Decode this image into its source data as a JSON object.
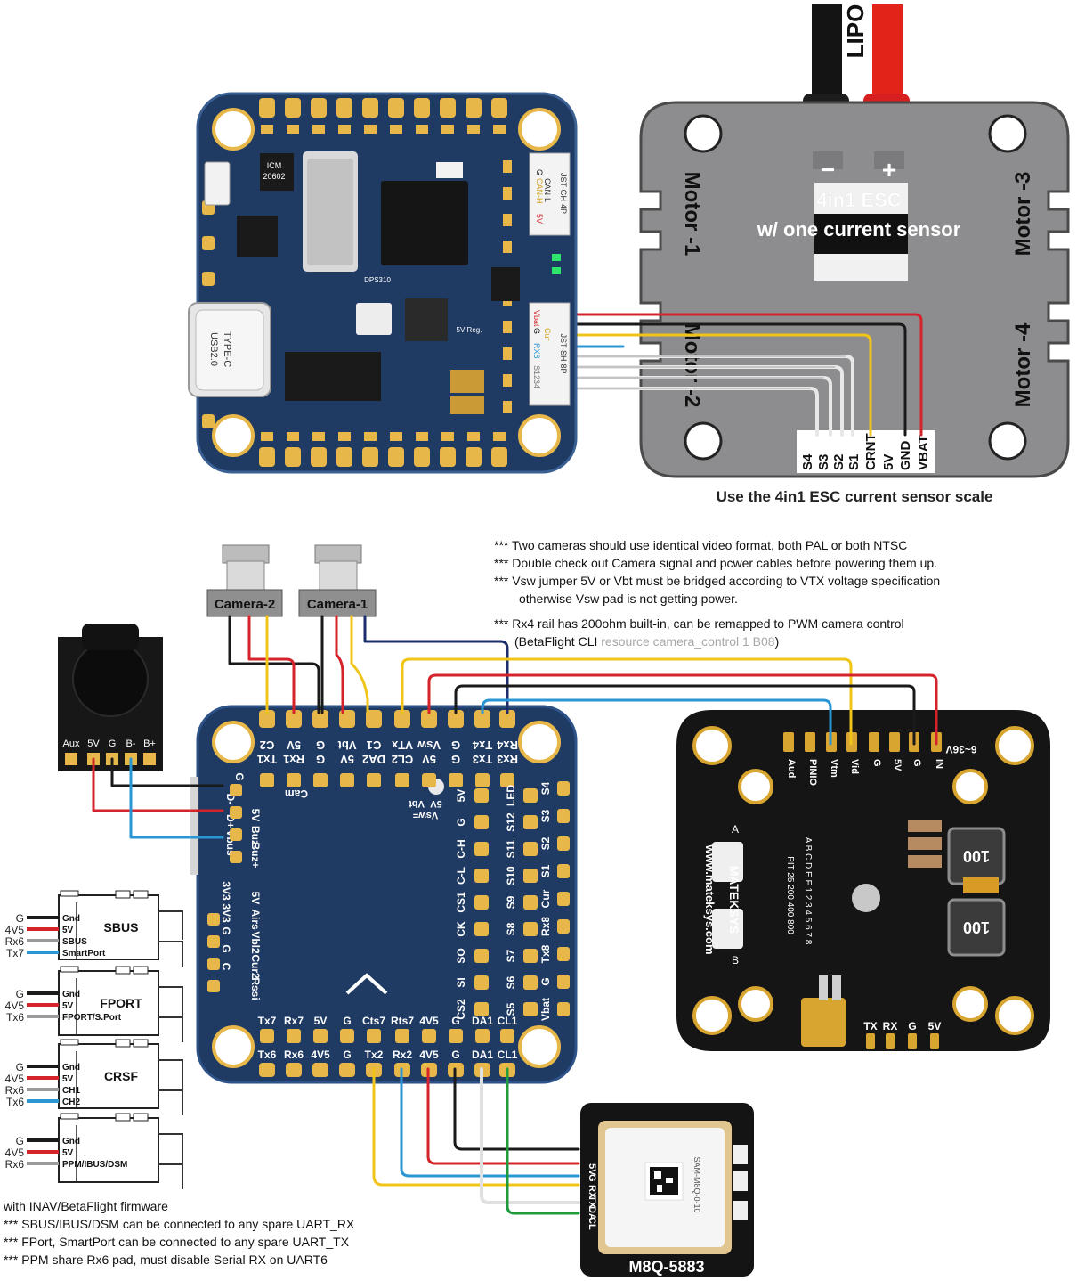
{
  "colors": {
    "board_blue": "#1f3a63",
    "board_blue_edge": "#24497a",
    "pad_gold": "#e7b749",
    "esc_gray": "#8d8d8f",
    "wire_red": "#d4232a",
    "wire_black": "#1a1a1a",
    "wire_yellow": "#f0c419",
    "wire_blue": "#2b96d4",
    "wire_navy": "#1d2d6b",
    "wire_white": "#e8e8e8",
    "wire_green": "#1f9a3c",
    "wire_gray": "#9a9a9a",
    "pdb_black": "#151515"
  },
  "top": {
    "fc_labels": {
      "icm": "ICM",
      "icm2": "20602",
      "dps": "DPS310",
      "type_c": "TYPE-C",
      "usb": "USB2.0",
      "reg": "5V Reg.",
      "jst4": "JST-GH-4P",
      "can_l": "CAN-L",
      "can_h": "CAN-H",
      "can_g": "G",
      "can_5v": "5V",
      "jst8": "JST-SH-8P",
      "vbat": "Vbat",
      "g": "G",
      "cur": "Cur",
      "rx8": "RX8",
      "s1234": "S1234"
    },
    "esc": {
      "title_line1": "4in1 ESC",
      "title_line2": "w/ one current sensor",
      "motor1": "Motor -1",
      "motor2": "Motor -2",
      "motor3": "Motor -3",
      "motor4": "Motor -4",
      "lipo": "LIPO",
      "minus": "−",
      "plus": "+",
      "pins": [
        "S4",
        "S3",
        "S2",
        "S1",
        "CRNT",
        "5V",
        "GND",
        "VBAT"
      ],
      "scale_note": "Use the 4in1 ESC current sensor scale"
    }
  },
  "notes": {
    "line1": "*** Two cameras should use identical video format, both PAL or both NTSC",
    "line2": "*** Double check out Camera signal and pcwer cables before powering them up.",
    "line3": "*** Vsw jumper 5V or Vbt must be bridged according to VTX voltage specification",
    "line4": "otherwise Vsw pad is not getting power.",
    "line5": "*** Rx4 rail has 200ohm built-in, can be remapped to PWM camera control",
    "line6_a": "(BetaFlight CLI ",
    "line6_b": "resource camera_control 1 B08",
    "line6_c": ")"
  },
  "cameras": {
    "cam2": "Camera-2",
    "cam1": "Camera-1"
  },
  "buzzer": {
    "pins": [
      "Aux",
      "5V",
      "G",
      "B-",
      "B+"
    ]
  },
  "receivers": [
    {
      "name": "SBUS",
      "side_labels": [
        "G",
        "4V5",
        "Rx6",
        "Tx7"
      ],
      "pins": [
        "Gnd",
        "5V",
        "SBUS",
        "SmartPort"
      ]
    },
    {
      "name": "FPORT",
      "side_labels": [
        "G",
        "4V5",
        "Tx6"
      ],
      "pins": [
        "Gnd",
        "5V",
        "FPORT/S.Port"
      ]
    },
    {
      "name": "CRSF",
      "side_labels": [
        "G",
        "4V5",
        "Rx6",
        "Tx6"
      ],
      "pins": [
        "Gnd",
        "5V",
        "CH1",
        "CH2"
      ]
    },
    {
      "name": "",
      "side_labels": [
        "G",
        "4V5",
        "Rx6"
      ],
      "pins": [
        "Gnd",
        "5V",
        "PPM/IBUS/DSM"
      ]
    }
  ],
  "bottom_notes": {
    "line1": "with INAV/BetaFlight firmware",
    "line2": "*** SBUS/IBUS/DSM can be connected to any spare UART_RX",
    "line3": "*** FPort, SmartPort can be connected to any spare UART_TX",
    "line4": "*** PPM share Rx6 pad, must disable Serial RX on UART6"
  },
  "fc_bottom": {
    "top_row_outer": [
      "C2",
      "5V",
      "G",
      "Vbt",
      "C1",
      "VTx",
      "Vsw",
      "G",
      "Tx4",
      "Rx4"
    ],
    "top_row_inner": [
      "Tx1",
      "Rx1",
      "G",
      "5V",
      "DA2",
      "CL2",
      "5V",
      "G",
      "Tx3",
      "Rx3"
    ],
    "left_labels": [
      "G",
      "D-",
      "D+",
      "Vbus",
      "5V",
      "3V3",
      "Buz-",
      "Buz+",
      "5V",
      "Airs",
      "Vbl2",
      "Cur2",
      "Rssi"
    ],
    "left_col2": [
      "3V3",
      "G",
      "G",
      "C"
    ],
    "cam_label": "Cam",
    "jumper": [
      "Vbt",
      "5V",
      "Vsw="
    ],
    "mid_col_a": [
      "5V",
      "G",
      "C-H",
      "C-L",
      "CS1",
      "CK",
      "SO",
      "SI",
      "CS2"
    ],
    "right_col_a": [
      "LED",
      "S12",
      "S11",
      "S10",
      "S9",
      "S8",
      "S7",
      "S6",
      "S5"
    ],
    "right_col_b": [
      "S4",
      "S3",
      "S2",
      "S1",
      "Cur",
      "Rx8",
      "Tx8",
      "G",
      "Vbat"
    ],
    "bottom_inner": [
      "Tx7",
      "Rx7",
      "5V",
      "G",
      "Cts7",
      "Rts7",
      "4V5",
      "G",
      "DA1",
      "CL1"
    ],
    "bottom_outer": [
      "Tx6",
      "Rx6",
      "4V5",
      "G",
      "Tx2",
      "Rx2",
      "4V5",
      "G",
      "DA1",
      "CL1"
    ]
  },
  "pdb": {
    "top_pins": [
      "Aud",
      "PINIO",
      "Vtm",
      "Vid",
      "G",
      "5V",
      "G",
      "IN"
    ],
    "voltage": "6~36V",
    "brand": "MATEKSYS",
    "url": "www.mateksys.com",
    "channels": "A B C D E F 1 2 3 4 5 6 7 8",
    "pit": "PIT 25 200 400 800",
    "ab_a": "A",
    "ab_b": "B",
    "inductor1": "100",
    "inductor2": "100",
    "bottom_pins": [
      "TX",
      "RX",
      "G",
      "5V"
    ]
  },
  "gps": {
    "name": "M8Q-5883",
    "pins": [
      "5V",
      "G",
      "RX",
      "TX",
      "DA",
      "CL"
    ],
    "sam": "SAM-M8Q-0-10"
  }
}
